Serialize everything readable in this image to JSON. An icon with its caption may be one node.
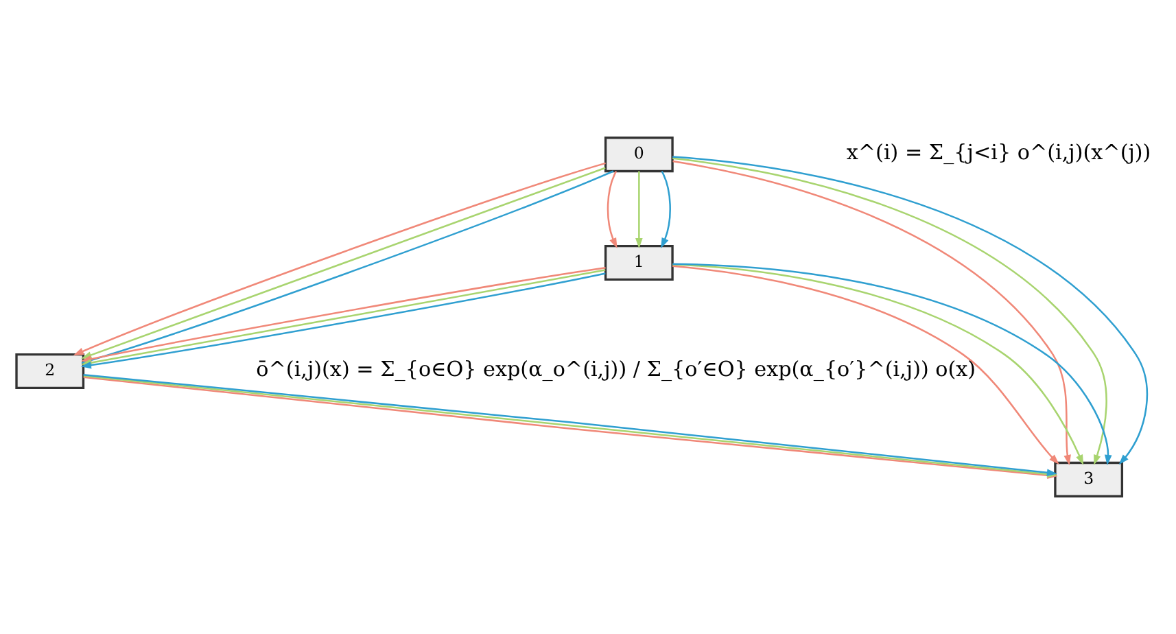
{
  "diagram": {
    "nodes": [
      {
        "text": [
          "0"
        ]
      },
      {
        "text": [
          "1"
        ]
      },
      {
        "text": [
          "2"
        ]
      },
      {
        "text": [
          "3"
        ]
      }
    ],
    "edges": [
      {
        "from": 0,
        "to": 1,
        "arrow": "to",
        "color": "#f08878"
      },
      {
        "from": 0,
        "to": 1,
        "arrow": "to",
        "color": "#a8d46f"
      },
      {
        "from": 0,
        "to": 1,
        "arrow": "to",
        "color": "#2f9fd0"
      },
      {
        "from": 0,
        "to": 2,
        "arrow": "to",
        "color": "#f08878"
      },
      {
        "from": 0,
        "to": 2,
        "arrow": "to",
        "color": "#a8d46f"
      },
      {
        "from": 0,
        "to": 2,
        "arrow": "to",
        "color": "#2f9fd0"
      },
      {
        "from": 0,
        "to": 3,
        "arrow": "to",
        "color": "#f08878"
      },
      {
        "from": 0,
        "to": 3,
        "arrow": "to",
        "color": "#a8d46f"
      },
      {
        "from": 0,
        "to": 3,
        "arrow": "to",
        "color": "#2f9fd0"
      },
      {
        "from": 1,
        "to": 2,
        "arrow": "to",
        "color": "#f08878"
      },
      {
        "from": 1,
        "to": 2,
        "arrow": "to",
        "color": "#a8d46f"
      },
      {
        "from": 1,
        "to": 2,
        "arrow": "to",
        "color": "#2f9fd0"
      },
      {
        "from": 1,
        "to": 3,
        "arrow": "to",
        "color": "#f08878"
      },
      {
        "from": 1,
        "to": 3,
        "arrow": "to",
        "color": "#a8d46f"
      },
      {
        "from": 1,
        "to": 3,
        "arrow": "to",
        "color": "#2f9fd0"
      },
      {
        "from": 2,
        "to": 3,
        "arrow": "to",
        "color": "#f08878"
      },
      {
        "from": 2,
        "to": 3,
        "arrow": "to",
        "color": "#a8d46f"
      },
      {
        "from": 2,
        "to": 3,
        "arrow": "to",
        "color": "#2f9fd0"
      }
    ],
    "labels": [
      "x^(i) = Σ_{j<i} o^(i,j)(x^(j))",
      "ō^(i,j)(x) = Σ_{o∈O} exp(α_o^(i,j)) / Σ_{o′∈O} exp(α_{o′}^(i,j)) o(x)"
    ]
  }
}
